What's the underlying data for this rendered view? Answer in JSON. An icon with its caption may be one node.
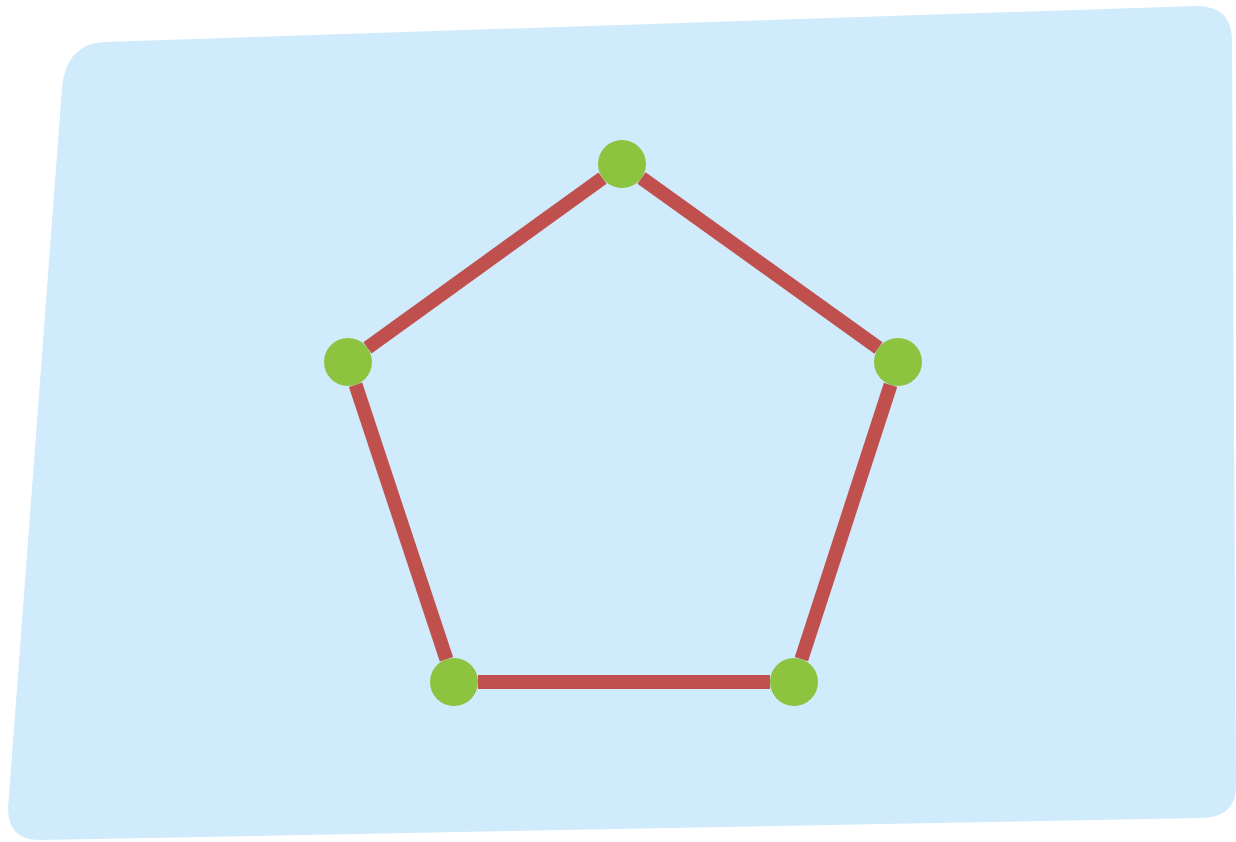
{
  "diagram": {
    "nodes": [
      {
        "text": [],
        "shape": "circle"
      },
      {
        "text": [],
        "shape": "circle"
      },
      {
        "text": [],
        "shape": "circle"
      },
      {
        "text": [],
        "shape": "circle"
      },
      {
        "text": [],
        "shape": "circle"
      }
    ],
    "edges": [
      {
        "from": 0,
        "to": 1,
        "arrow": "none"
      },
      {
        "from": 0,
        "to": 2,
        "arrow": "none"
      },
      {
        "from": 1,
        "to": 3,
        "arrow": "none"
      },
      {
        "from": 2,
        "to": 4,
        "arrow": "none"
      },
      {
        "from": 3,
        "to": 4,
        "arrow": "none"
      }
    ]
  }
}
